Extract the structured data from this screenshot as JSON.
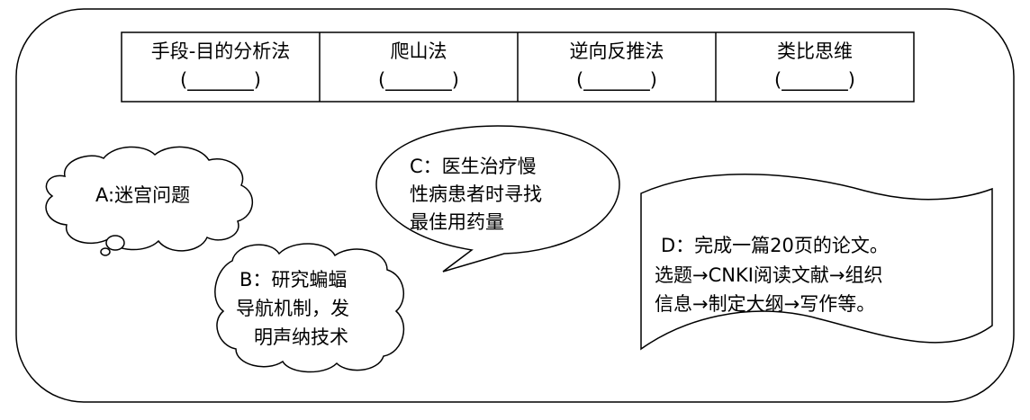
{
  "table": {
    "headers": [
      "手段-目的分析法",
      "爬山法",
      "逆向反推法",
      "类比思维"
    ],
    "blank": "(_______)"
  },
  "callouts": {
    "a": {
      "lines": [
        "A:迷宫问题"
      ]
    },
    "b": {
      "lines": [
        "B：研究蝙蝠",
        "导航机制，发",
        "明声纳技术"
      ]
    },
    "c": {
      "lines": [
        "C：医生治疗慢",
        "性病患者时寻找",
        "最佳用药量"
      ]
    },
    "d": {
      "lines": [
        "D：完成一篇20页的论文。",
        "选题→CNKI阅读文献→组织",
        "信息→制定大纲→写作等。"
      ]
    }
  }
}
